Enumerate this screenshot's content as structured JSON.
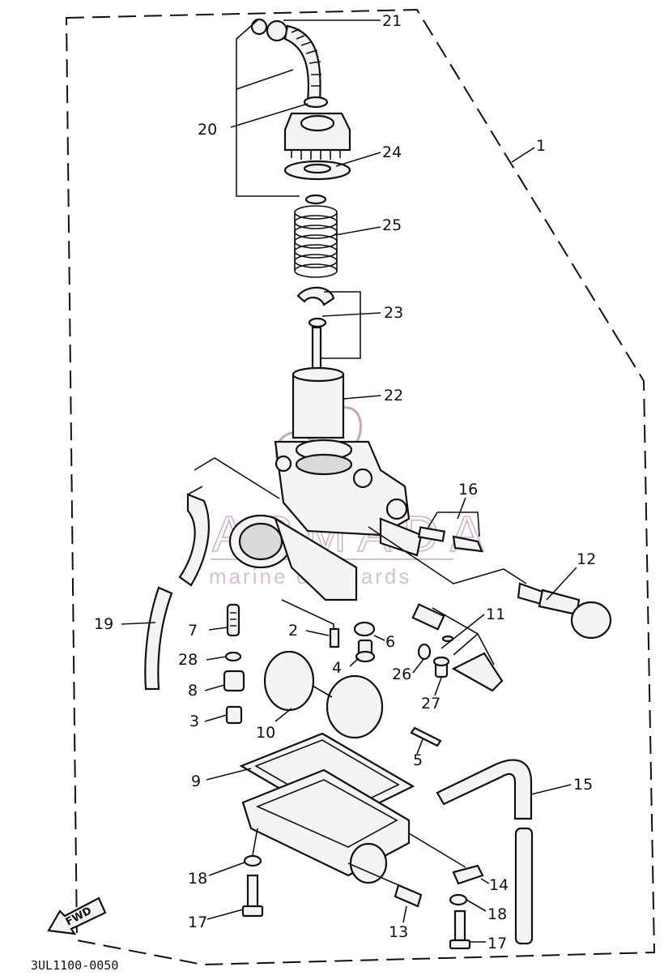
{
  "diagram": {
    "code": "3UL1100-0050",
    "fwd_label": "FWD",
    "watermark": {
      "brand": "ARMADA",
      "tagline": "marine outboards",
      "accent": "#c9a4c2"
    },
    "callouts": {
      "c1": "1",
      "c2": "2",
      "c3": "3",
      "c4": "4",
      "c5": "5",
      "c6": "6",
      "c7": "7",
      "c8": "8",
      "c9": "9",
      "c10": "10",
      "c11": "11",
      "c12": "12",
      "c13": "13",
      "c14": "14",
      "c15": "15",
      "c16": "16",
      "c17a": "17",
      "c17b": "17",
      "c18a": "18",
      "c18b": "18",
      "c19": "19",
      "c20": "20",
      "c21": "21",
      "c22": "22",
      "c23": "23",
      "c24": "24",
      "c25": "25",
      "c26": "26",
      "c27": "27",
      "c28": "28"
    }
  }
}
